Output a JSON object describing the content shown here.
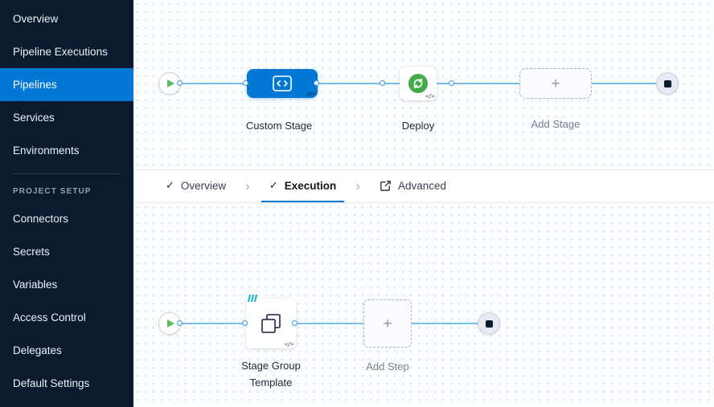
{
  "colors": {
    "accent_blue": "#0278d5",
    "sidebar_bg": "#0a1b2e",
    "edge_blue": "#79bfec",
    "deploy_green": "#42ab45",
    "template_teal": "#06b7c4",
    "end_node_navy": "#0a1b2e"
  },
  "icons": {
    "check": "✓",
    "chevron": "›",
    "plus": "+",
    "code_badge": "</>"
  },
  "sidebar": {
    "items": [
      {
        "label": "Overview"
      },
      {
        "label": "Pipeline Executions"
      },
      {
        "label": "Pipelines"
      },
      {
        "label": "Services"
      },
      {
        "label": "Environments"
      }
    ],
    "active_item": "Pipelines",
    "section_label": "PROJECT SETUP",
    "setup_items": [
      {
        "label": "Connectors"
      },
      {
        "label": "Secrets"
      },
      {
        "label": "Variables"
      },
      {
        "label": "Access Control"
      },
      {
        "label": "Delegates"
      },
      {
        "label": "Default Settings"
      }
    ]
  },
  "pipeline_canvas": {
    "stages": [
      {
        "label": "Custom Stage",
        "type": "custom"
      },
      {
        "label": "Deploy",
        "type": "deploy"
      }
    ],
    "add_stage_label": "Add Stage"
  },
  "tabs": [
    {
      "label": "Overview",
      "checked": true
    },
    {
      "label": "Execution",
      "checked": true,
      "active": true
    },
    {
      "label": "Advanced"
    }
  ],
  "execution_canvas": {
    "steps": [
      {
        "label": "Stage Group Template"
      }
    ],
    "add_step_label": "Add Step"
  }
}
